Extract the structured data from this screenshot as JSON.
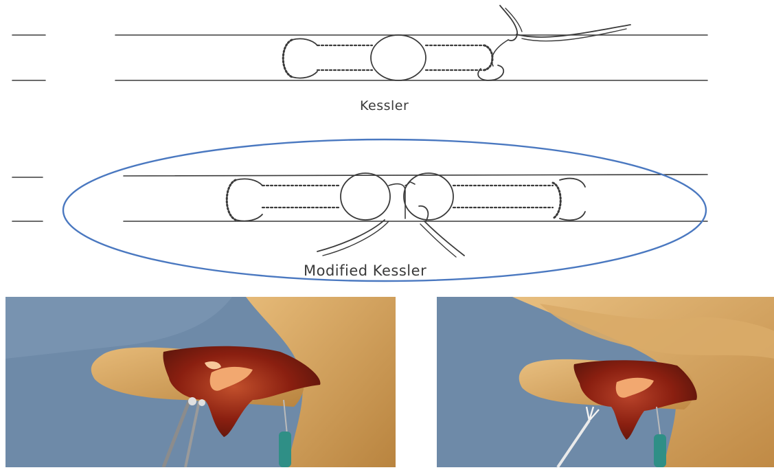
{
  "diagram": {
    "top": {
      "caption": "Kessler"
    },
    "bottom": {
      "caption": "Modified Kessler"
    }
  },
  "colors": {
    "ink": "#3a3a3a",
    "highlight_ellipse": "#4a78c0",
    "drape": "#6e8aa8",
    "skin": "#d8a763",
    "tissue": "#8a1f10",
    "tendon": "#f2a870",
    "needle_hub": "#2f8f86"
  },
  "photos": [
    {
      "name": "intraoperative-photo-left",
      "icon": "surgical-photo"
    },
    {
      "name": "intraoperative-photo-right",
      "icon": "surgical-photo"
    }
  ]
}
